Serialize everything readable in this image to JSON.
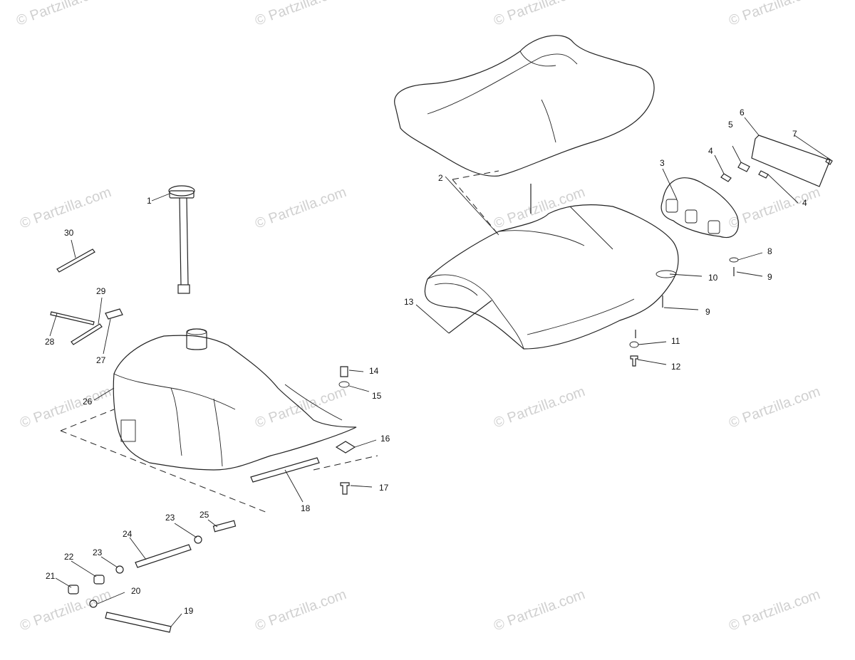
{
  "watermark": "© Partzilla.com",
  "callouts": [
    "1",
    "2",
    "3",
    "4",
    "4",
    "5",
    "6",
    "7",
    "8",
    "9",
    "9",
    "10",
    "11",
    "12",
    "13",
    "14",
    "15",
    "16",
    "17",
    "18",
    "19",
    "20",
    "21",
    "22",
    "23",
    "23",
    "24",
    "25",
    "26",
    "27",
    "28",
    "29",
    "30"
  ]
}
